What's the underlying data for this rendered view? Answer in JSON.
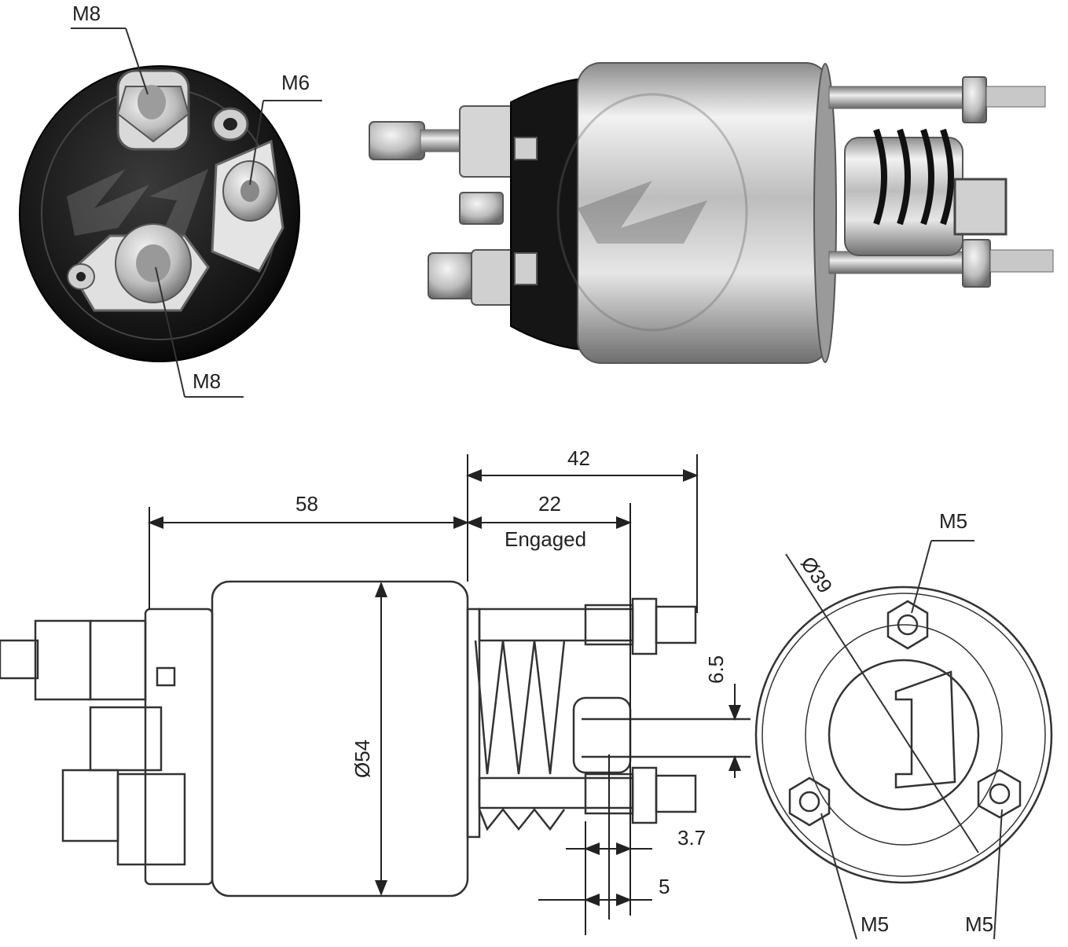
{
  "labels": {
    "rear_view_top_terminal": "M8",
    "rear_view_right_terminal": "M6",
    "rear_view_bottom_terminal": "M8",
    "dim_overall_stroke": "42",
    "dim_body_length": "58",
    "dim_engaged_travel": "22",
    "dim_engaged_note": "Engaged",
    "dim_body_diameter": "Ø54",
    "dim_fork_slot": "6.5",
    "dim_offset_small": "3.7",
    "dim_offset_5": "5",
    "flange_bolt_circle": "Ø39",
    "flange_stud_top": "M5",
    "flange_stud_bottom_left": "M5",
    "flange_stud_bottom_right": "M5"
  },
  "colors": {
    "line": "#333333",
    "body_dark": "#111111",
    "metal_light": "#e8e8e8",
    "metal_mid": "#a9a9a9",
    "metal_dark": "#5a5a5a"
  }
}
